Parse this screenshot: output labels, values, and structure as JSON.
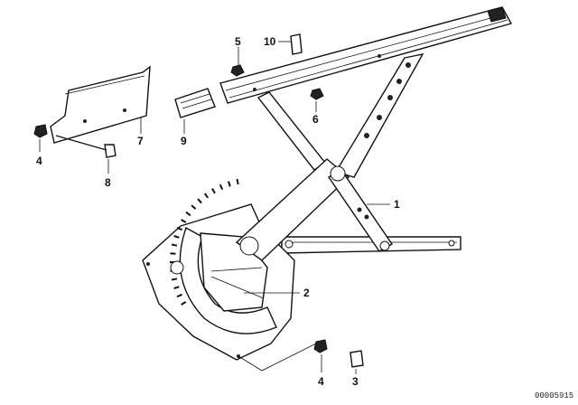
{
  "callouts": {
    "c1": "1",
    "c2": "2",
    "c3": "3",
    "c4a": "4",
    "c4b": "4",
    "c5": "5",
    "c6": "6",
    "c7": "7",
    "c8": "8",
    "c9": "9",
    "c10": "10"
  },
  "diagram_code": "00005915"
}
